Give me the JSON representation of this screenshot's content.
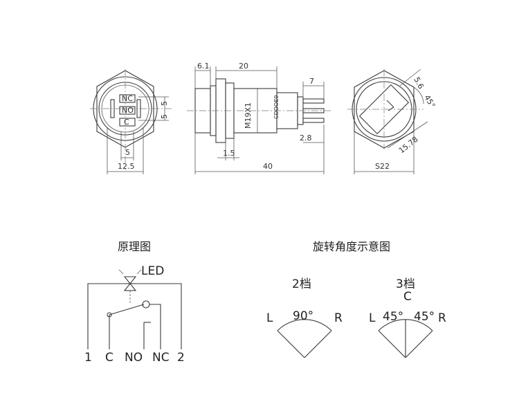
{
  "front_view": {
    "terminal_labels": [
      "NC",
      "NO",
      "C"
    ],
    "dim_pitch_1": "5",
    "dim_pitch_2": "5",
    "dim_inner": "5",
    "dim_width": "12.5"
  },
  "side_view": {
    "dim_cap": "6.1",
    "dim_body": "20",
    "dim_terminal": "7",
    "dim_flange": "1.5",
    "dim_overall": "40",
    "dim_tab": "2.8",
    "thread_label": "M19X1",
    "body_marking": "CDOOE9"
  },
  "rear_view": {
    "dim_a": "5.6",
    "dim_angle": "45°",
    "dim_radius": "15.78",
    "dim_hex": "S22"
  },
  "schematic": {
    "title": "原理图",
    "led_label": "LED",
    "pins": [
      "1",
      "C",
      "NO",
      "NC",
      "2"
    ]
  },
  "rotation": {
    "title": "旋转角度示意图",
    "two_pos": {
      "label": "2档",
      "left": "L",
      "angle": "90°",
      "right": "R"
    },
    "three_pos": {
      "label": "3档",
      "center": "C",
      "left": "L",
      "angle_left": "45°",
      "angle_right": "45°",
      "right": "R"
    }
  }
}
